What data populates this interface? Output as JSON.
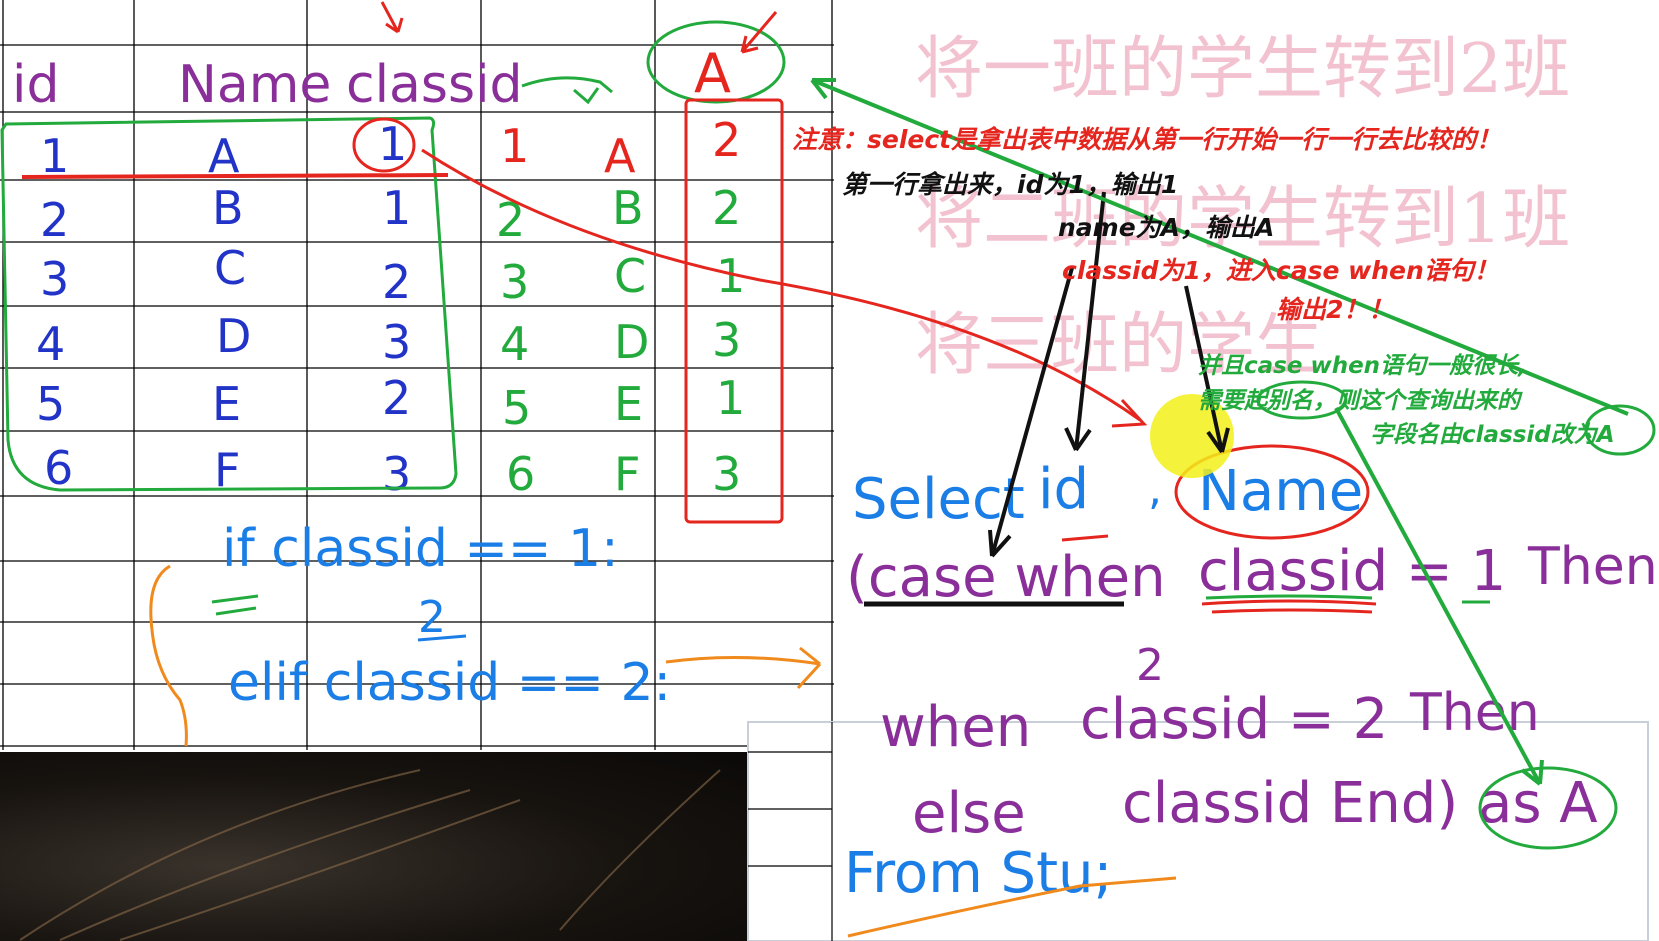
{
  "table": {
    "headers": [
      "id",
      "Name",
      "classid"
    ],
    "rows": [
      {
        "id": "1",
        "name": "A",
        "classid": "1"
      },
      {
        "id": "2",
        "name": "B",
        "classid": "1"
      },
      {
        "id": "3",
        "name": "C",
        "classid": "2"
      },
      {
        "id": "4",
        "name": "D",
        "classid": "3"
      },
      {
        "id": "5",
        "name": "E",
        "classid": "2"
      },
      {
        "id": "6",
        "name": "F",
        "classid": "3"
      }
    ],
    "result_header": "A",
    "result_values": [
      "2",
      "2",
      "1",
      "3",
      "1",
      "3"
    ]
  },
  "pseudo_code": {
    "line1": "if classid == 1:",
    "line2": "2",
    "line3": "elif classid == 2:"
  },
  "sql": {
    "select": "Select",
    "id": "id",
    "name": "Name",
    "case_when": "(case when",
    "cond1": "classid = 1",
    "then1": "Then",
    "val1": "2",
    "when2": "when",
    "cond2": "classid = 2",
    "then2": "Then",
    "else_kw": "else",
    "else_val": "classid End)",
    "alias": "as A",
    "from": "From Stu;"
  },
  "annotations": {
    "note1": "注意：select是拿出表中数据从第一行开始一行一行去比较的！",
    "note2": "第一行拿出来，id为1，输出1",
    "note3": "name为A，输出A",
    "note4": "classid为1，进入case when语句！",
    "note5": "输出2！！",
    "note6a": "并且case when语句一般很长,",
    "note6b": "需要起别名，则这个查询出来的",
    "note6c": "字段名由classid改为A"
  },
  "background_handwriting": {
    "line1": "将一班的学生转到2班",
    "line2": "将二班的学生转到1班",
    "line3": "将三班的学生"
  },
  "colors": {
    "red": "#e5261f",
    "green": "#22aa3c",
    "blue": "#1a7ee6",
    "purple": "#8a2f9a",
    "black": "#111111",
    "orange": "#f08a1c",
    "pink": "#f2b8c8",
    "yellow": "#f3f01a"
  }
}
